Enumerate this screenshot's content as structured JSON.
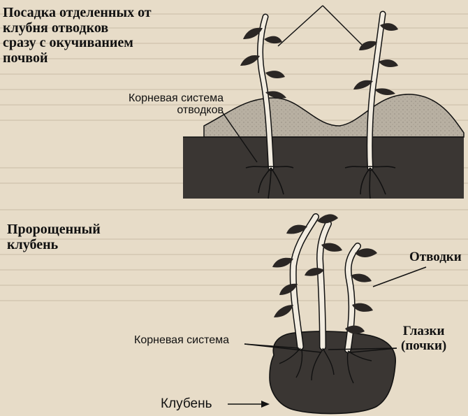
{
  "labels": {
    "top_title": [
      "Посадка отделенных от",
      "клубня отводков",
      "сразу с окучиванием",
      "почвой"
    ],
    "root_system_top": [
      "Корневая система",
      "отводков"
    ],
    "sprouted_tuber": [
      "Пророщенный",
      "клубень"
    ],
    "shoots": "Отводки",
    "eyes": [
      "Глазки",
      "(почки)"
    ],
    "root_system_bottom": "Корневая система",
    "tuber": "Клубень"
  },
  "colors": {
    "paper": "#e7dcc8",
    "ink": "#111111",
    "soil_dark": "#3a3633",
    "soil_light": "#b8b0a2",
    "stem": "#f2ece0",
    "leaf": "#2a2624"
  }
}
